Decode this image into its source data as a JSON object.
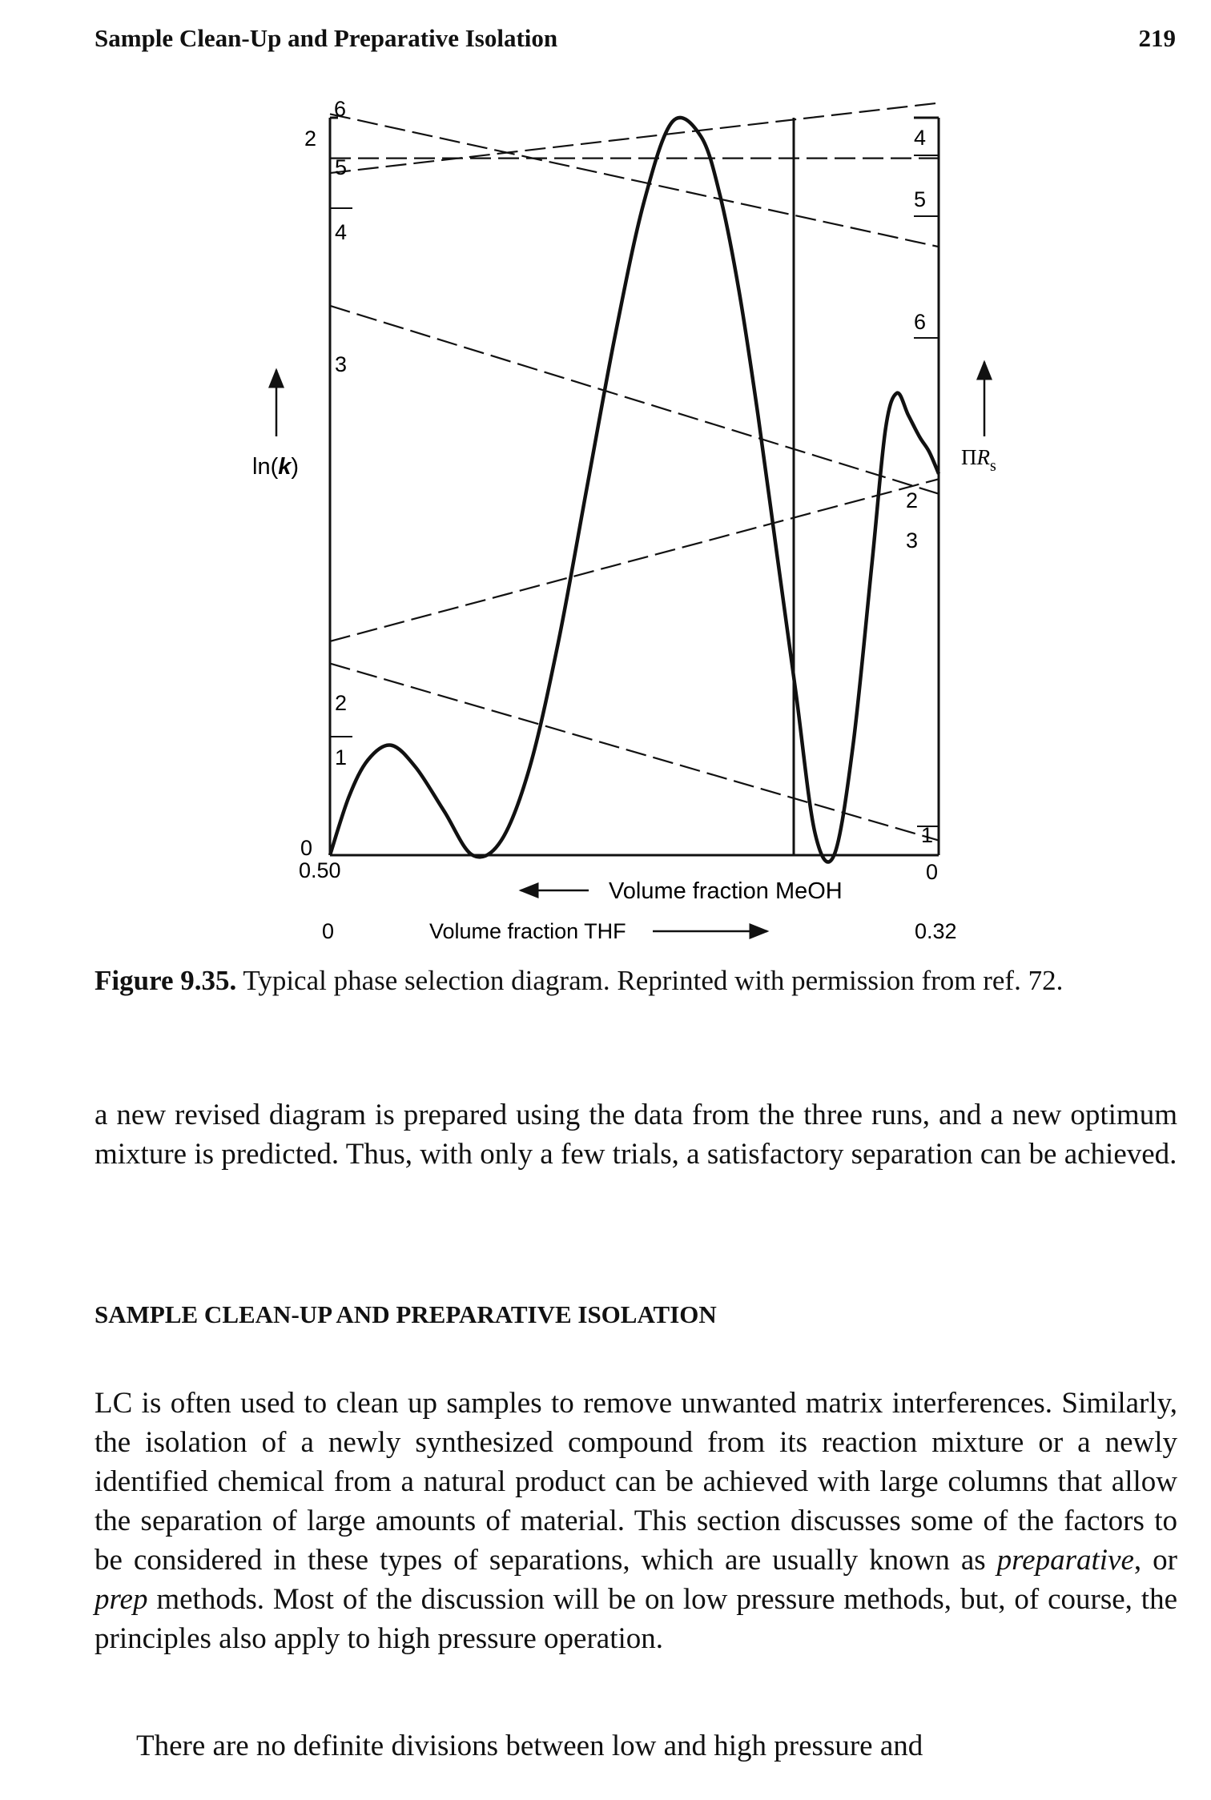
{
  "running_head": {
    "title": "Sample Clean-Up and Preparative Isolation",
    "page_number": "219"
  },
  "figure": {
    "y_left_label_main": "ln(",
    "y_left_label_var": "k",
    "y_left_label_end": ")",
    "y_right_label_main": "Π",
    "y_right_label_var": "R",
    "y_right_label_sub": "s",
    "x_left_value_meoh": "0.50",
    "x_right_value_meoh": "0",
    "x_label_meoh": "Volume fraction MeOH",
    "x_left_value_thf": "0",
    "x_right_value_thf": "0.32",
    "x_label_thf": "Volume fraction THF",
    "y_left_top_tick": "2",
    "y_left_bottom_tick": "0",
    "left_peak_labels": [
      "6",
      "5",
      "4",
      "3",
      "2",
      "1"
    ],
    "right_peak_labels": [
      "4",
      "5",
      "6",
      "2",
      "3",
      "1"
    ]
  },
  "chart_data": {
    "type": "line",
    "title": "",
    "x_axis_top": {
      "label": "Volume fraction MeOH",
      "range": [
        0.5,
        0
      ]
    },
    "x_axis_bottom": {
      "label": "Volume fraction THF",
      "range": [
        0,
        0.32
      ]
    },
    "y_left": {
      "label": "ln(k)",
      "range": [
        0,
        2
      ]
    },
    "y_right": {
      "label": "ΠRs"
    },
    "series": [
      {
        "name": "1",
        "endpoints_ln_k": [
          0.52,
          0.04
        ]
      },
      {
        "name": "2",
        "endpoints_ln_k": [
          0.58,
          1.02
        ]
      },
      {
        "name": "3",
        "endpoints_ln_k": [
          1.49,
          0.98
        ]
      },
      {
        "name": "4",
        "endpoints_ln_k": [
          1.85,
          2.04
        ]
      },
      {
        "name": "5",
        "endpoints_ln_k": [
          1.89,
          1.89
        ]
      },
      {
        "name": "6",
        "endpoints_ln_k": [
          2.01,
          1.65
        ]
      }
    ],
    "resolution_curve": {
      "x_thf": [
        0,
        0.01,
        0.02,
        0.032,
        0.045,
        0.06,
        0.075,
        0.09,
        0.105,
        0.12,
        0.135,
        0.15,
        0.165,
        0.18,
        0.195,
        0.205,
        0.215,
        0.225,
        0.235,
        0.245,
        0.255,
        0.265,
        0.275,
        0.285,
        0.292,
        0.298,
        0.304,
        0.31,
        0.315,
        0.32
      ],
      "relative_product": [
        0.0,
        0.08,
        0.13,
        0.15,
        0.12,
        0.06,
        0.0,
        0.02,
        0.12,
        0.29,
        0.5,
        0.71,
        0.89,
        1.0,
        0.98,
        0.9,
        0.77,
        0.6,
        0.41,
        0.22,
        0.03,
        0.0,
        0.15,
        0.4,
        0.58,
        0.63,
        0.6,
        0.57,
        0.55,
        0.52
      ],
      "optimum_thf": 0.232
    },
    "grid": false,
    "legend": "none"
  },
  "caption": {
    "label": "Figure 9.35.",
    "text": " Typical phase selection diagram. Reprinted with permission from ref. 72."
  },
  "body": {
    "para1": "a new revised diagram is prepared using the data from the three runs, and a new optimum mixture is predicted. Thus, with only a few trials, a satisfactory separation can be achieved.",
    "section_heading": "SAMPLE CLEAN-UP AND PREPARATIVE ISOLATION",
    "para2_a": "LC is often used to clean up samples to remove unwanted matrix interferences. Similarly, the isolation of a newly synthesized compound from its reaction mixture or a newly identified chemical from a natural product can be achieved with large columns that allow the separation of large amounts of material. This section discusses some of the factors to be considered in these types of separations, which are usually known as ",
    "para2_em1": "preparative",
    "para2_b": ", or ",
    "para2_em2": "prep",
    "para2_c": " methods. Most of the discussion will be on low pressure methods, but, of course, the principles also apply to high pressure operation.",
    "para3": "There are no definite divisions between low and high pressure and"
  }
}
